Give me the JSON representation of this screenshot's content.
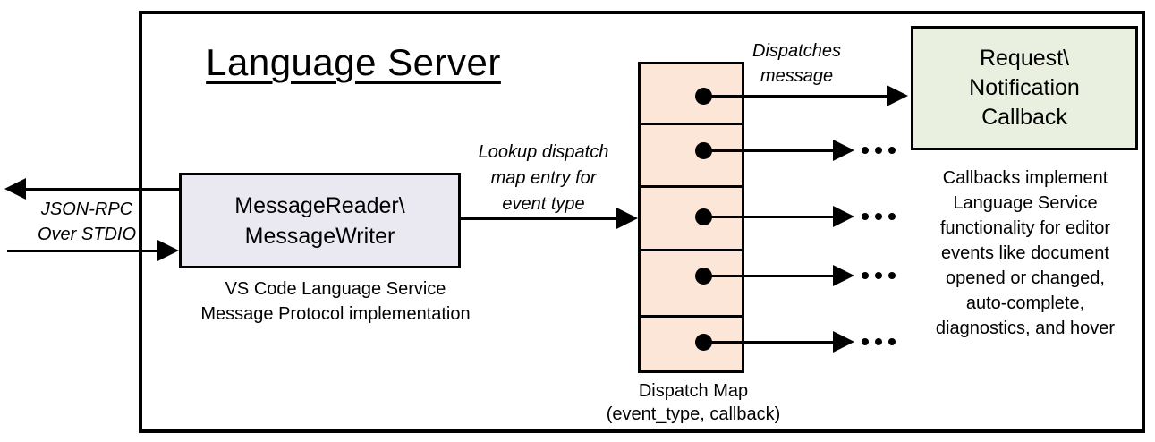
{
  "diagram": {
    "title": "Language Server",
    "stdio_label": [
      "JSON-RPC",
      "Over STDIO"
    ],
    "reader_box": [
      "MessageReader\\",
      "MessageWriter"
    ],
    "reader_caption": [
      "VS Code Language Service",
      "Message Protocol implementation"
    ],
    "lookup_label": [
      "Lookup dispatch",
      "map entry for",
      "event type"
    ],
    "dispatches_label": [
      "Dispatches",
      "message"
    ],
    "map_caption": [
      "Dispatch Map",
      "(event_type, callback)"
    ],
    "callback_box": [
      "Request\\",
      "Notification",
      "Callback"
    ],
    "callbacks_note": [
      "Callbacks implement",
      "Language Service",
      "functionality for editor",
      "events like document",
      "opened or changed,",
      "auto-complete,",
      "diagnostics, and hover"
    ],
    "dispatch_map_rows": 5,
    "icons": [
      "arrow-left-icon",
      "arrow-right-icon",
      "connector-dot-icon",
      "ellipsis-icon"
    ],
    "colors": {
      "line": "#000000",
      "map_fill": "#FBE6D8",
      "callback_fill": "#E9F0DF",
      "reader_fill": "#EAE8F0"
    }
  }
}
